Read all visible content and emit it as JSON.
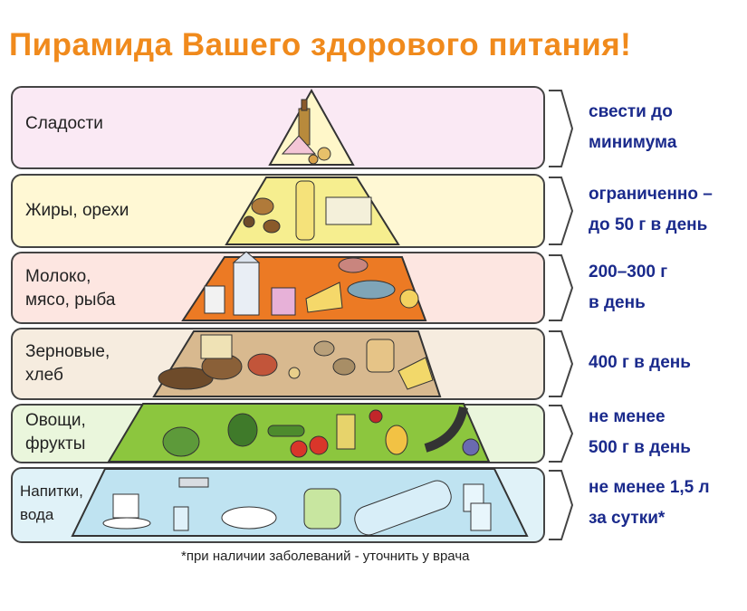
{
  "title": "Пирамида Вашего здорового питания!",
  "tiers": [
    {
      "label_lines": [
        "Сладости"
      ],
      "amount_lines": [
        "свести до",
        "минимума"
      ],
      "band_color": "#fae9f4",
      "tier_color": "#fff7c9",
      "icon": "sweets-icon"
    },
    {
      "label_lines": [
        "Жиры, орехи"
      ],
      "amount_lines": [
        "ограниченно –",
        "до 50 г в день"
      ],
      "band_color": "#fff8d4",
      "tier_color": "#f6ee8f",
      "icon": "fats-nuts-icon"
    },
    {
      "label_lines": [
        "Молоко,",
        "мясо, рыба"
      ],
      "amount_lines": [
        "200–300 г",
        "в день"
      ],
      "band_color": "#fde6e1",
      "tier_color": "#ec7a24",
      "icon": "dairy-meat-fish-icon"
    },
    {
      "label_lines": [
        "Зерновые,",
        "хлеб"
      ],
      "amount_lines": [
        "400 г в день"
      ],
      "band_color": "#f6ecdf",
      "tier_color": "#d8b98f",
      "icon": "grains-bread-icon"
    },
    {
      "label_lines": [
        "Овощи,",
        "фрукты"
      ],
      "amount_lines": [
        "не менее",
        "500 г в день"
      ],
      "band_color": "#eaf6dc",
      "tier_color": "#8cc63e",
      "icon": "vegetables-fruits-icon"
    },
    {
      "label_lines": [
        "Напитки,",
        "вода"
      ],
      "amount_lines": [
        "не менее 1,5 л",
        "за сутки*"
      ],
      "band_color": "#e0f2f8",
      "tier_color": "#bfe3f1",
      "icon": "drinks-water-icon"
    }
  ],
  "footnote": "*при наличии заболеваний - уточнить у врача"
}
